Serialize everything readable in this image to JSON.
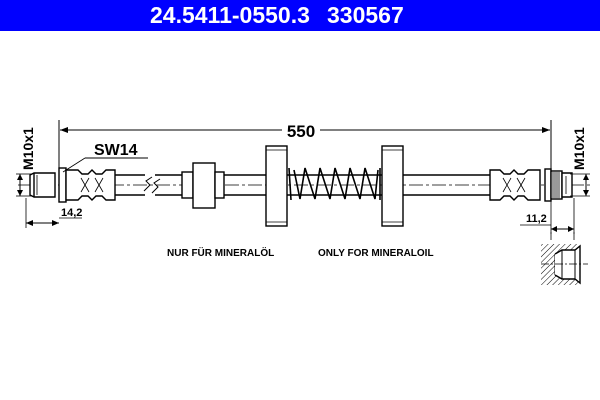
{
  "header": {
    "part_number": "24.5411-0550.3",
    "alt_number": "330567",
    "background_color": "#0000ff",
    "text_color": "#ffffff"
  },
  "drawing": {
    "overall_length": "550",
    "wrench_size": "SW14",
    "left_thread": "M10x1",
    "right_thread": "M10x1",
    "left_fitting_length": "14,2",
    "right_fitting_length": "11,2",
    "line_color": "#000000"
  },
  "notes": {
    "german": "NUR FÜR MINERALÖL",
    "english": "ONLY FOR MINERALOIL"
  }
}
